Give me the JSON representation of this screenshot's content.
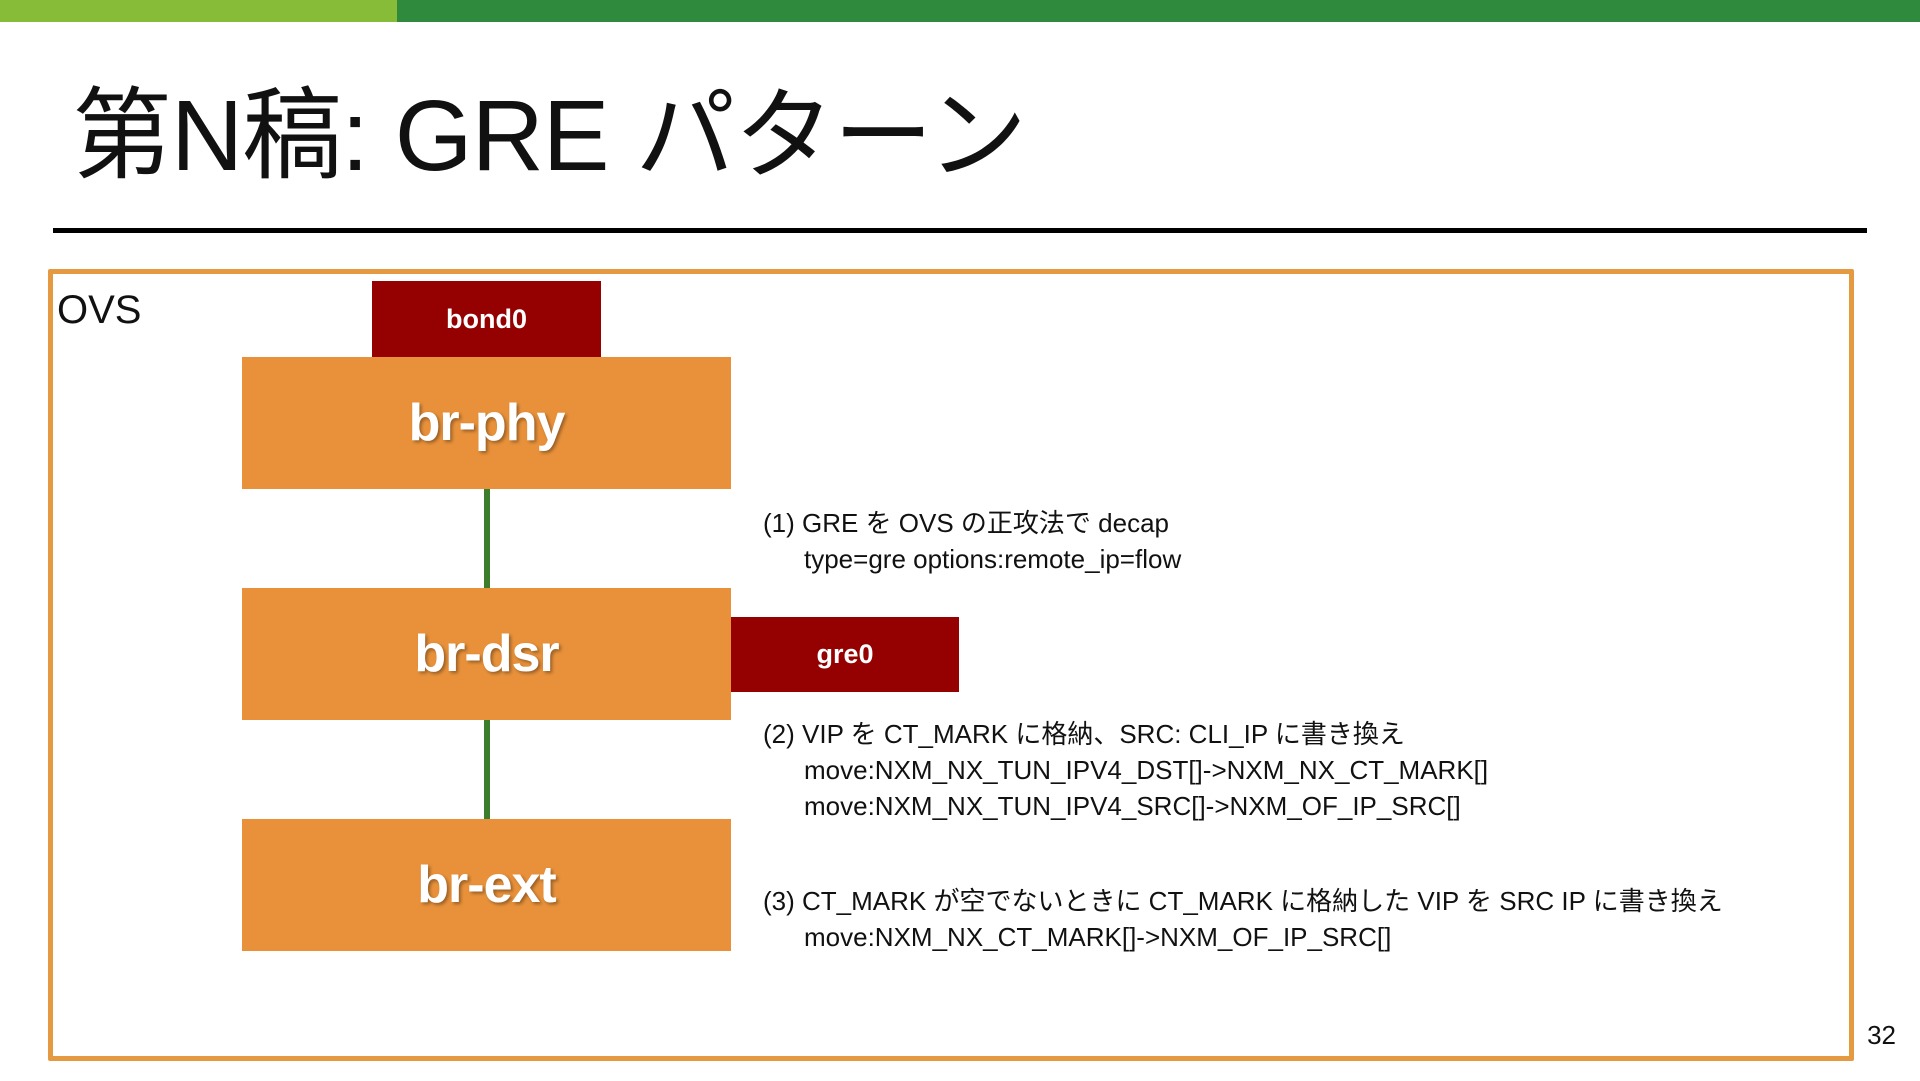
{
  "slide": {
    "title": "第N稿: GRE パターン",
    "page_number": "32"
  },
  "colors": {
    "accent_light_green": "#86bc38",
    "accent_dark_green": "#2f8a3e",
    "frame_orange": "#e59a42",
    "bridge_orange": "#e8913a",
    "port_red": "#950000",
    "link_green": "#3b7d2a"
  },
  "diagram": {
    "container_label": "OVS",
    "ports": {
      "bond0": "bond0",
      "gre0": "gre0"
    },
    "bridges": {
      "br_phy": "br-phy",
      "br_dsr": "br-dsr",
      "br_ext": "br-ext"
    },
    "notes": [
      {
        "heading": "(1) GRE を OVS の正攻法で decap",
        "lines": [
          "type=gre options:remote_ip=flow"
        ]
      },
      {
        "heading": "(2) VIP を CT_MARK に格納、SRC: CLI_IP に書き換え",
        "lines": [
          "move:NXM_NX_TUN_IPV4_DST[]->NXM_NX_CT_MARK[]",
          "move:NXM_NX_TUN_IPV4_SRC[]->NXM_OF_IP_SRC[]"
        ]
      },
      {
        "heading": "(3) CT_MARK が空でないときに CT_MARK に格納した VIP を SRC IP に書き換え",
        "lines": [
          "move:NXM_NX_CT_MARK[]->NXM_OF_IP_SRC[]"
        ]
      }
    ]
  }
}
